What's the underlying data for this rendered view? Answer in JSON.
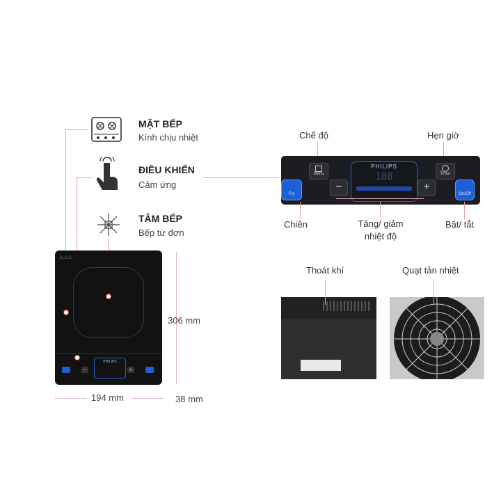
{
  "features": [
    {
      "title": "MẶT BẾP",
      "sub": "Kính chịu nhiệt",
      "icon": "cooktop-burners-icon"
    },
    {
      "title": "ĐIỀU KHIỂN",
      "sub": "Cảm ứng",
      "icon": "touch-hand-icon"
    },
    {
      "title": "TÂM BẾP",
      "sub": "Bếp từ đơn",
      "icon": "induction-coil-icon"
    }
  ],
  "dimensions": {
    "height": "306 mm",
    "width": "194 mm",
    "depth": "38 mm"
  },
  "brand": "PHILIPS",
  "panel_labels": {
    "mode": "Chế độ",
    "timer": "Hẹn giờ",
    "fry": "Chiên",
    "temp": "Tăng/ giảm\nnhiệt độ",
    "power": "Bật/ tắt"
  },
  "panel_key_text": {
    "menu": "Menu",
    "timer": "Timer",
    "fry": "Fry",
    "onoff": "On/Off",
    "display": "188"
  },
  "photo_labels": {
    "vent": "Thoát khí",
    "fan": "Quạt tản nhiệt"
  }
}
